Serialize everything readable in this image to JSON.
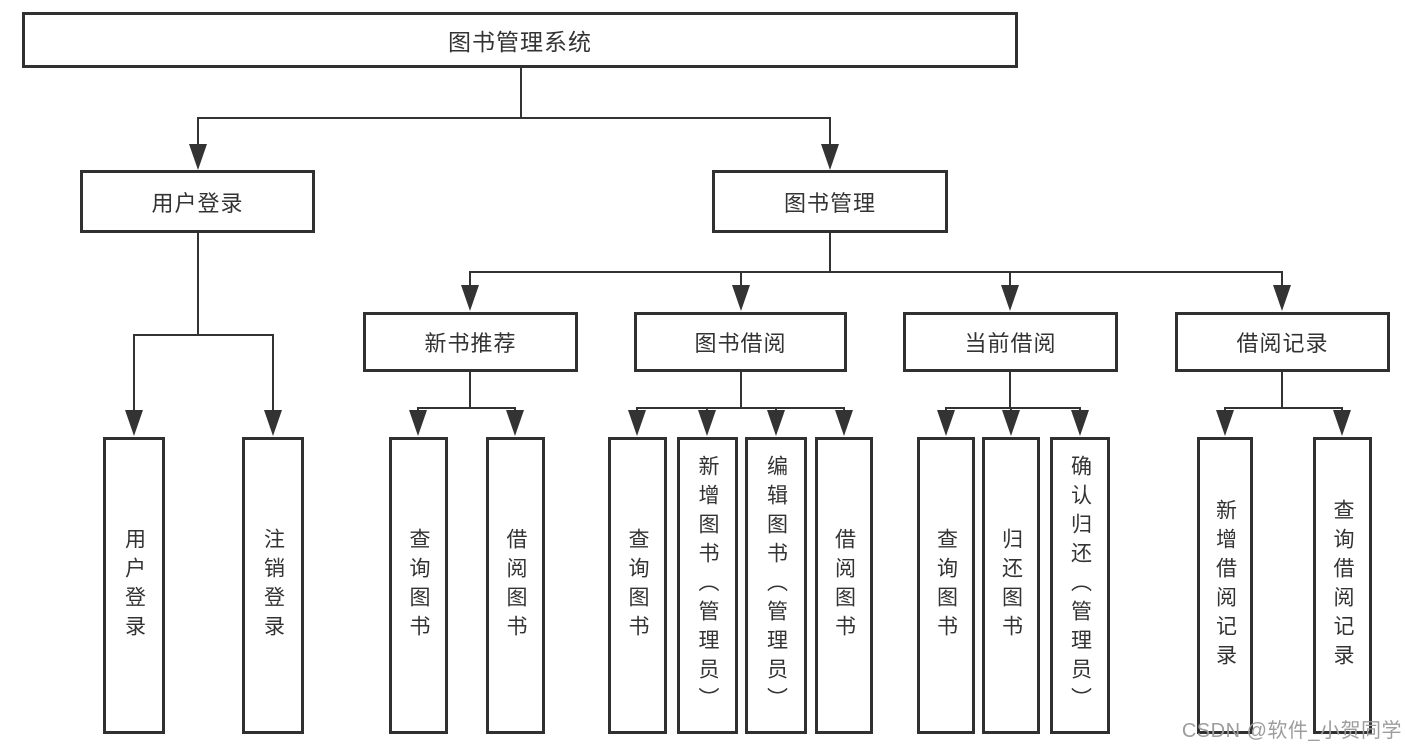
{
  "diagram": {
    "root": {
      "label": "图书管理系统"
    },
    "level2": [
      {
        "label": "用户登录"
      },
      {
        "label": "图书管理"
      }
    ],
    "level3": [
      {
        "label": "新书推荐",
        "parent": "图书管理"
      },
      {
        "label": "图书借阅",
        "parent": "图书管理"
      },
      {
        "label": "当前借阅",
        "parent": "图书管理"
      },
      {
        "label": "借阅记录",
        "parent": "图书管理"
      }
    ],
    "leaves": [
      {
        "label": "用户登录",
        "parent": "用户登录"
      },
      {
        "label": "注销登录",
        "parent": "用户登录"
      },
      {
        "label": "查询图书",
        "parent": "新书推荐"
      },
      {
        "label": "借阅图书",
        "parent": "新书推荐"
      },
      {
        "label": "查询图书",
        "parent": "图书借阅"
      },
      {
        "label": "新增图书（管理员）",
        "parent": "图书借阅"
      },
      {
        "label": "编辑图书（管理员）",
        "parent": "图书借阅"
      },
      {
        "label": "借阅图书",
        "parent": "图书借阅"
      },
      {
        "label": "查询图书",
        "parent": "当前借阅"
      },
      {
        "label": "归还图书",
        "parent": "当前借阅"
      },
      {
        "label": "确认归还（管理员）",
        "parent": "当前借阅"
      },
      {
        "label": "新增借阅记录",
        "parent": "借阅记录"
      },
      {
        "label": "查询借阅记录",
        "parent": "借阅记录"
      }
    ]
  },
  "watermark": {
    "text": "CSDN @软件_小贺同学"
  },
  "colors": {
    "line": "#333333",
    "box_border": "#303030",
    "text": "#333333",
    "watermark": "#9d9d9d",
    "background": "#ffffff"
  }
}
